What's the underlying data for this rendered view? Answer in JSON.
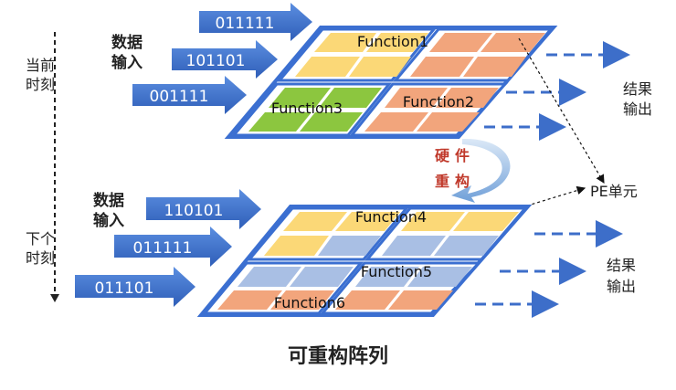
{
  "timeline": {
    "current_label_line1": "当前",
    "current_label_line2": "时刻",
    "next_label_line1": "下个",
    "next_label_line2": "时刻"
  },
  "top_layer": {
    "input_label_line1": "数据",
    "input_label_line2": "输入",
    "inputs": [
      "011111",
      "101101",
      "001111"
    ],
    "functions": [
      "Function1",
      "Function2",
      "Function3"
    ],
    "output_label_line1": "结果",
    "output_label_line2": "输出"
  },
  "reconfig": {
    "label_line1": "硬件",
    "label_line2": "重构"
  },
  "pe_label": "PE单元",
  "bottom_layer": {
    "input_label_line1": "数据",
    "input_label_line2": "输入",
    "inputs": [
      "110101",
      "011111",
      "011101"
    ],
    "functions": [
      "Function4",
      "Function5",
      "Function6"
    ],
    "output_label_line1": "结果",
    "output_label_line2": "输出"
  },
  "caption": "可重构阵列",
  "colors": {
    "arrow_blue": "#3d6ec9",
    "frame_blue": "#3b6fd1",
    "yellow_cell": "#fbd877",
    "orange_cell": "#f2a57c",
    "green_cell": "#8cc63f",
    "lightblue_cell": "#a9bfe4",
    "reconfig_red": "#c0392b"
  }
}
